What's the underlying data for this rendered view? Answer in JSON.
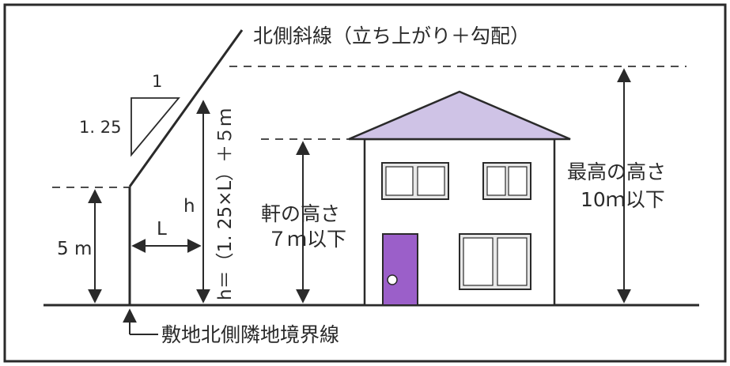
{
  "labels": {
    "north_slope_line": "北側斜線（立ち上がり＋勾配）",
    "slope_rise": "1",
    "slope_run": "1. 25",
    "height_formula": "h＝（1. 25×L）＋５ｍ",
    "h": "h",
    "L": "L",
    "five_m": "5 m",
    "eave_height_title": "軒の高さ",
    "eave_height_limit": "７ｍ以下",
    "max_height_title": "最高の高さ",
    "max_height_limit": "10ｍ以下",
    "boundary_line": "敷地北側隣地境界線"
  },
  "colors": {
    "ink": "#2a2a2a",
    "roof": "#cfc3e6",
    "door": "#9b5fc9",
    "window": "#e8e8e8",
    "wall": "#ffffff"
  }
}
